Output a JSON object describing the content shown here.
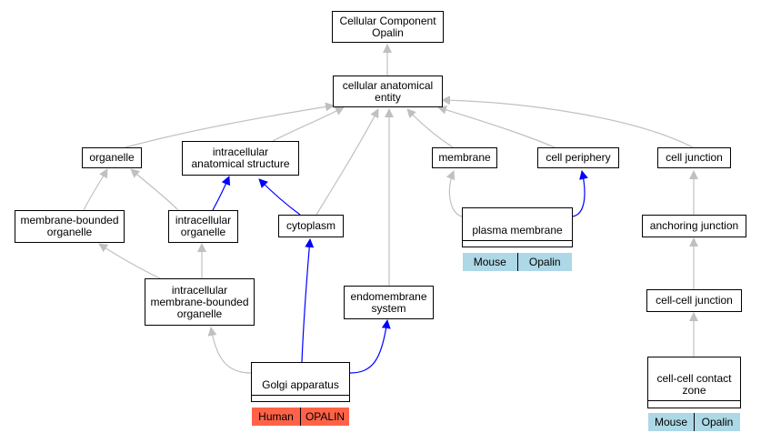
{
  "nodes": {
    "cellular_component": "Cellular Component\nOpalin",
    "cellular_anatomical_entity": "cellular anatomical\nentity",
    "organelle": "organelle",
    "intracellular_anatomical_structure": "intracellular\nanatomical structure",
    "membrane": "membrane",
    "cell_periphery": "cell periphery",
    "cell_junction": "cell junction",
    "membrane_bounded_organelle": "membrane-bounded\norganelle",
    "intracellular_organelle": "intracellular\norganelle",
    "cytoplasm": "cytoplasm",
    "plasma_membrane": {
      "label": "plasma membrane",
      "tags": [
        "Mouse",
        "Opalin"
      ]
    },
    "anchoring_junction": "anchoring junction",
    "intracellular_membrane_bounded_organelle": "intracellular\nmembrane-bounded\norganelle",
    "endomembrane_system": "endomembrane\nsystem",
    "cell_cell_junction": "cell-cell junction",
    "golgi_apparatus": {
      "label": "Golgi apparatus",
      "tags": [
        "Human",
        "OPALIN"
      ]
    },
    "cell_cell_contact_zone": {
      "label": "cell-cell contact\nzone",
      "tags": [
        "Mouse",
        "Opalin"
      ]
    }
  },
  "colors": {
    "edge_gray": "#c0c0c0",
    "edge_blue": "#0000ff",
    "tag_blue": "#add8e6",
    "tag_red": "#ff6347"
  }
}
